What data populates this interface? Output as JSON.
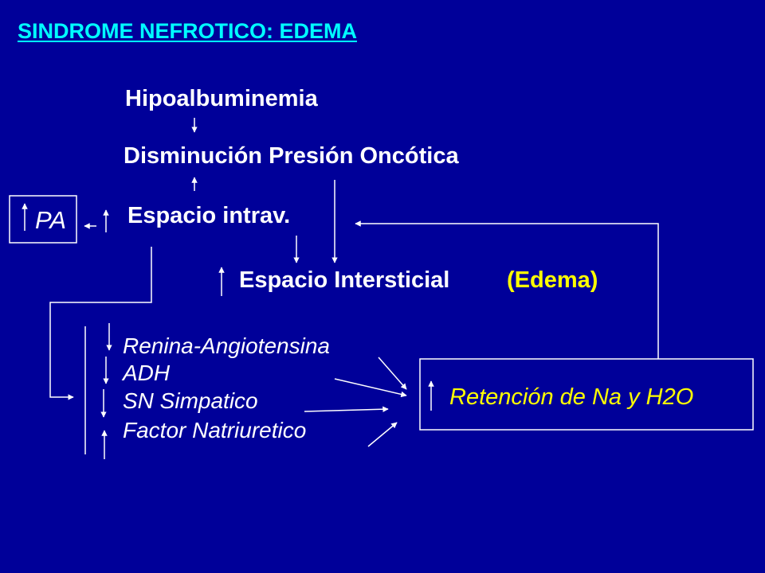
{
  "title": "SINDROME NEFROTICO: EDEMA",
  "hipoalbuminemia": "Hipoalbuminemia",
  "disminucion": "Disminución Presión Oncótica",
  "espacio_intrav": "Espacio intrav.",
  "pa": "PA",
  "espacio_intersticial": "Espacio Intersticial",
  "edema": "(Edema)",
  "factors": [
    "Renina-Angiotensina",
    "ADH",
    "SN Simpatico",
    "Factor Natriuretico"
  ],
  "retencion": "Retención de Na y H2O",
  "colors": {
    "background": "#000099",
    "title": "#00ffff",
    "text": "#ffffff",
    "highlight": "#ffff00"
  }
}
